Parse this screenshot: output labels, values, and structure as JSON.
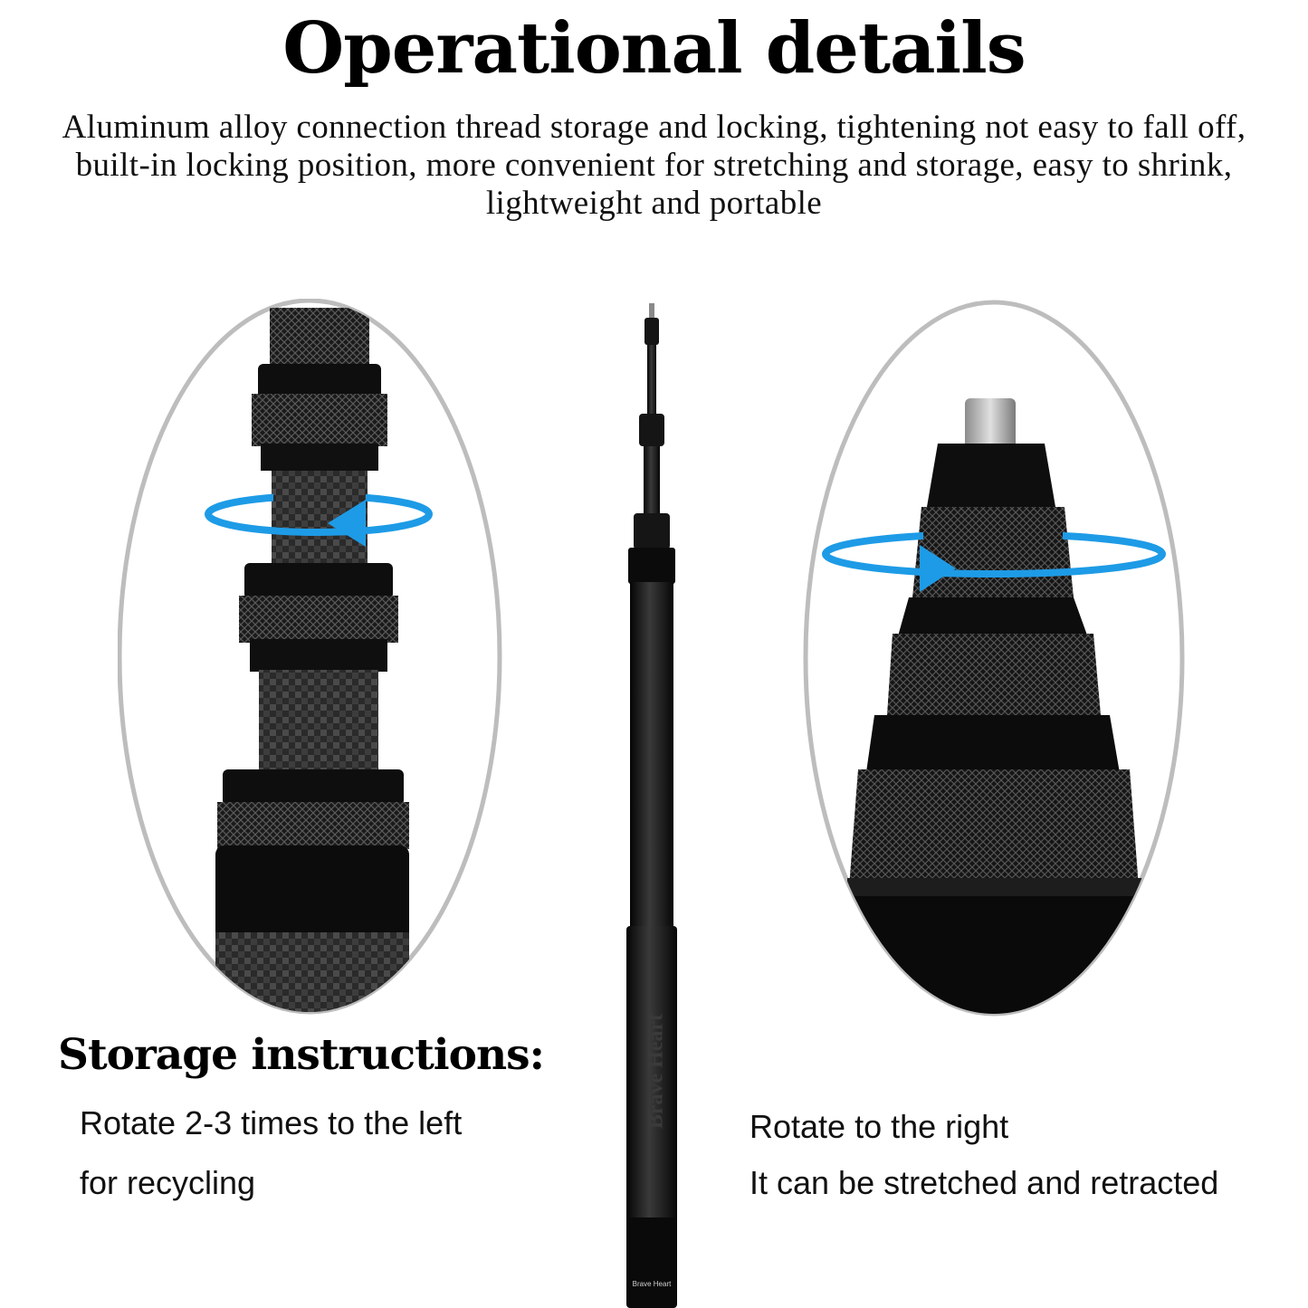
{
  "header": {
    "title": "Operational details",
    "description": "Aluminum alloy connection thread storage and locking, tightening not easy to fall off, built-in locking position, more convenient for stretching and storage, easy to shrink, lightweight and portable"
  },
  "storage": {
    "heading": "Storage instructions:",
    "left_caption_line1": "Rotate 2-3 times to the left",
    "left_caption_line2": "for recycling",
    "right_caption_line1": "Rotate to the right",
    "right_caption_line2": "It can be stretched and retracted"
  },
  "product": {
    "brand_text": "Brave Heart",
    "brand_text_small": "Brave Heart"
  },
  "colors": {
    "arrow_blue": "#1e9be6",
    "ellipse_border": "#bdbdbd",
    "metal_black": "#111111"
  }
}
